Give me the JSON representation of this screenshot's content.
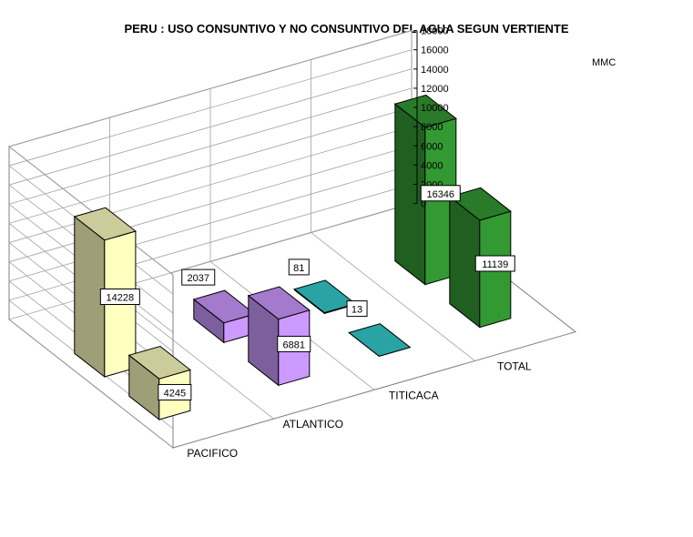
{
  "chart_data": {
    "type": "bar",
    "title": "PERU : USO CONSUNTIVO Y NO CONSUNTIVO DEL AGUA SEGUN VERTIENTE",
    "ylabel": "MMC",
    "ylim": [
      0,
      18000
    ],
    "yticks": [
      0,
      2000,
      4000,
      6000,
      8000,
      10000,
      12000,
      14000,
      16000,
      18000
    ],
    "categories": [
      "PACIFICO",
      "ATLANTICO",
      "TITICACA",
      "TOTAL"
    ],
    "series": [
      {
        "values": [
          4245,
          6881,
          3,
          11139
        ],
        "data_labels": [
          "4245",
          "6881",
          "",
          "11139"
        ]
      },
      {
        "values": [
          14228,
          2037,
          81,
          16346
        ],
        "data_labels": [
          "14228",
          "2037",
          "81",
          "16346"
        ]
      }
    ],
    "extra_labels": [
      "13"
    ],
    "grid": true
  },
  "colors": {
    "pacifico": "#ffffc0",
    "atlantico": "#cc99ff",
    "titicaca": "#33cccc",
    "total": "#339933"
  }
}
